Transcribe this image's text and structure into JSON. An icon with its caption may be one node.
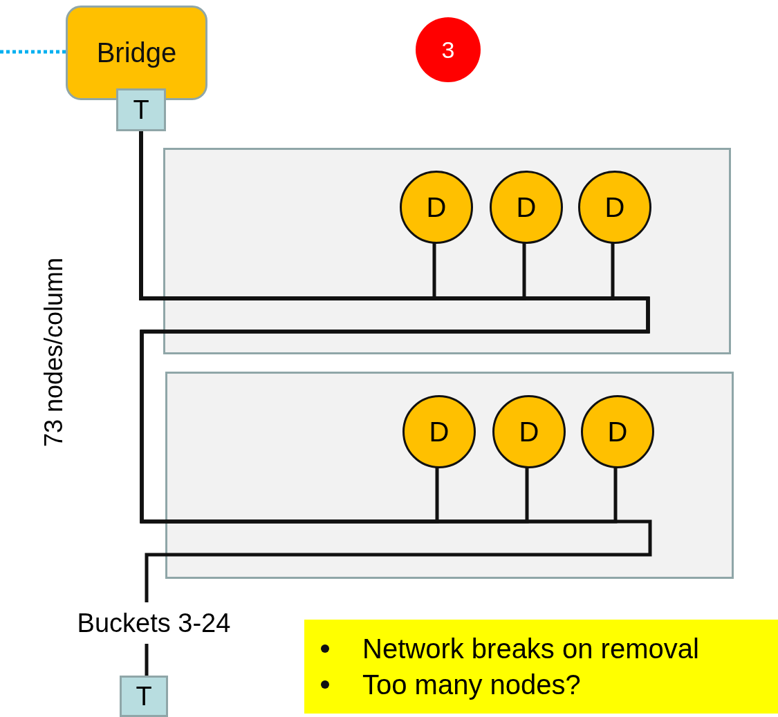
{
  "diagram": {
    "nodes": [
      {
        "text": [
          "Bridge"
        ]
      },
      {
        "text": [
          "T"
        ]
      },
      {
        "text": [],
        "shape": "box"
      },
      {
        "text": [
          "D"
        ],
        "in": 2
      },
      {
        "text": [
          "D"
        ],
        "in": 2
      },
      {
        "text": [
          "D"
        ],
        "in": 2
      },
      {
        "text": [],
        "shape": "box"
      },
      {
        "text": [
          "D"
        ],
        "in": 6
      },
      {
        "text": [
          "D"
        ],
        "in": 6
      },
      {
        "text": [
          "D"
        ],
        "in": 6
      },
      {
        "text": [
          "Buckets 3-24"
        ]
      },
      {
        "text": [
          "T"
        ]
      },
      {
        "text": [
          "3"
        ]
      },
      {
        "text": [
          "Network breaks on removal",
          "Too many nodes?"
        ]
      }
    ],
    "edges": [
      {
        "from": null,
        "to": 0,
        "arrow": "none",
        "style": "dashed",
        "color": "#00b0f0"
      },
      {
        "from": 1,
        "to": 3,
        "arrow": "none"
      },
      {
        "from": 1,
        "to": 4,
        "arrow": "none"
      },
      {
        "from": 1,
        "to": 5,
        "arrow": "none"
      },
      {
        "from": 1,
        "to": 7,
        "arrow": "none"
      },
      {
        "from": 1,
        "to": 8,
        "arrow": "none"
      },
      {
        "from": 1,
        "to": 9,
        "arrow": "none"
      },
      {
        "from": 1,
        "to": 10,
        "arrow": "none"
      },
      {
        "from": 10,
        "to": 11,
        "arrow": "none"
      }
    ],
    "labels": [
      "73 nodes/column"
    ]
  }
}
